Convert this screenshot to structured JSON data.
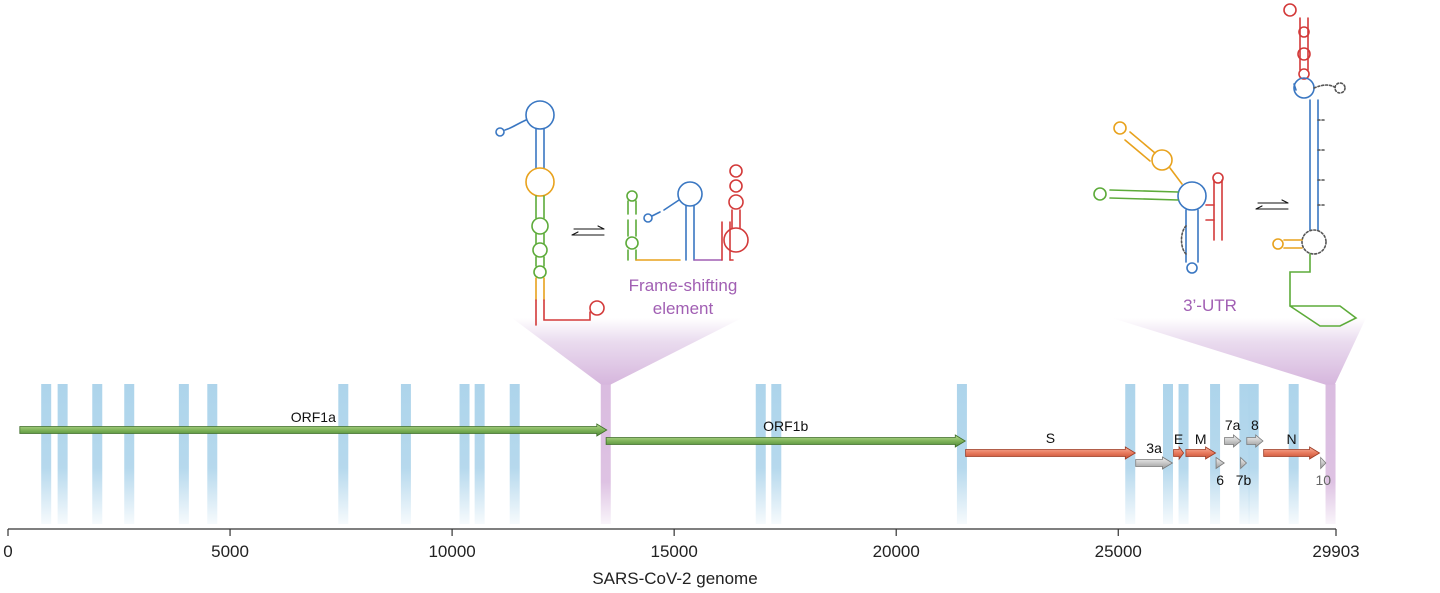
{
  "axis": {
    "label": "SARS-CoV-2 genome",
    "ticks": [
      0,
      5000,
      10000,
      15000,
      20000,
      25000,
      29903
    ],
    "min": 0,
    "max": 29903
  },
  "highlight_regions": {
    "color": "#a9d2ea",
    "positions": [
      860,
      1230,
      2010,
      2730,
      3960,
      4600,
      7550,
      8960,
      10280,
      10620,
      11410,
      16950,
      17300,
      21480,
      25270,
      26120,
      26470,
      27180,
      27840,
      28050,
      28950
    ]
  },
  "genes": [
    {
      "name": "ORF1a",
      "start": 266,
      "end": 13483,
      "row": 1,
      "color": "green",
      "label_pos": "above"
    },
    {
      "name": "ORF1b",
      "start": 13468,
      "end": 21555,
      "row": 2,
      "color": "green",
      "label_pos": "above"
    },
    {
      "name": "S",
      "start": 21563,
      "end": 25384,
      "row": 3,
      "color": "orange",
      "label_pos": "above"
    },
    {
      "name": "3a",
      "start": 25393,
      "end": 26220,
      "row": 4,
      "color": "gray",
      "label_pos": "above"
    },
    {
      "name": "E",
      "start": 26245,
      "end": 26472,
      "row": 3,
      "color": "orange",
      "label_pos": "above"
    },
    {
      "name": "M",
      "start": 26523,
      "end": 27191,
      "row": 3,
      "color": "orange",
      "label_pos": "above"
    },
    {
      "name": "6",
      "start": 27202,
      "end": 27387,
      "row": 4,
      "color": "gray",
      "label_pos": "below"
    },
    {
      "name": "7a",
      "start": 27394,
      "end": 27759,
      "row": 2,
      "color": "gray",
      "label_pos": "above"
    },
    {
      "name": "7b",
      "start": 27756,
      "end": 27887,
      "row": 4,
      "color": "gray",
      "label_pos": "below"
    },
    {
      "name": "8",
      "start": 27894,
      "end": 28259,
      "row": 2,
      "color": "gray",
      "label_pos": "above"
    },
    {
      "name": "N",
      "start": 28274,
      "end": 29533,
      "row": 3,
      "color": "orange",
      "label_pos": "above"
    },
    {
      "name": "10",
      "start": 29558,
      "end": 29674,
      "row": 4,
      "color": "gray",
      "label_pos": "below"
    }
  ],
  "elements": [
    {
      "name": "Frame-shifting element",
      "lines": [
        "Frame-shifting",
        "element"
      ],
      "position": 13460
    },
    {
      "name": "3'-UTR",
      "lines": [
        "3’-UTR"
      ],
      "position": 29780
    }
  ],
  "colors": {
    "gene_green": "#7fb35a",
    "gene_orange": "#e8795c",
    "gene_gray": "#c8c8c8",
    "element_purple": "#a15fb3",
    "element_fill": "#dcc1e3",
    "rna_blue": "#3a77c2",
    "rna_orange": "#e8a21d",
    "rna_green": "#5dab3a",
    "rna_red": "#d33a3a"
  }
}
